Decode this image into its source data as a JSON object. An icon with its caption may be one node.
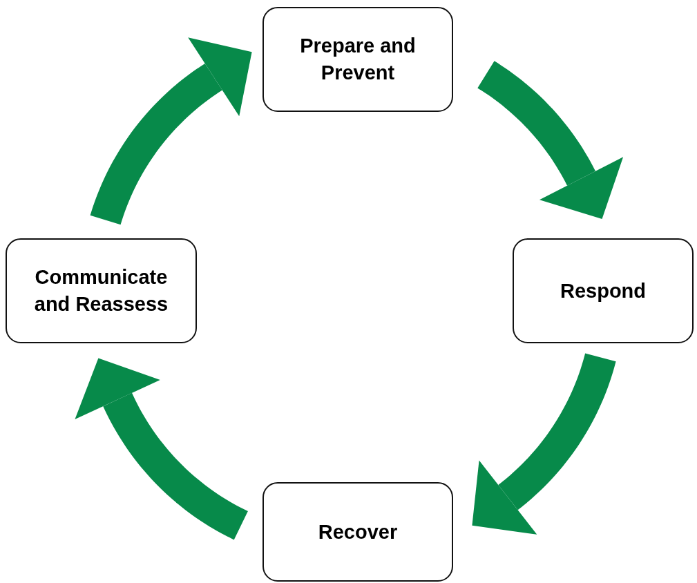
{
  "diagram": {
    "nodes": [
      {
        "text": [
          "Prepare and Prevent"
        ]
      },
      {
        "text": [
          "Respond"
        ]
      },
      {
        "text": [
          "Recover"
        ]
      },
      {
        "text": [
          "Communicate and Reassess"
        ]
      }
    ],
    "edges": [
      {
        "from": 0,
        "to": 1,
        "arrow": "to"
      },
      {
        "from": 1,
        "to": 2,
        "arrow": "to"
      },
      {
        "from": 2,
        "to": 3,
        "arrow": "to"
      },
      {
        "from": 3,
        "to": 0,
        "arrow": "to"
      }
    ]
  }
}
